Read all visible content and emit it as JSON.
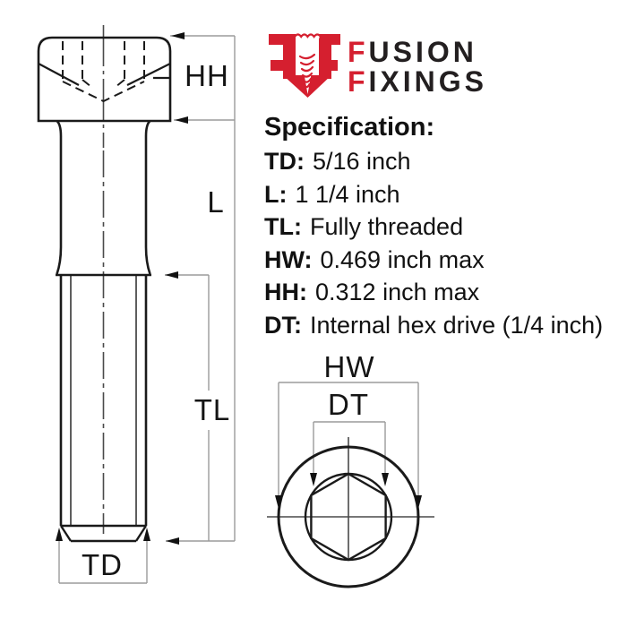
{
  "logo": {
    "brand_line1": "FUSION",
    "brand_line2": "FIXINGS",
    "mark_icon": "ff-screw-logo",
    "red": "#d51f2f",
    "dark": "#231f20"
  },
  "specification": {
    "heading": "Specification:",
    "items": [
      {
        "label": "TD:",
        "value": "5/16 inch"
      },
      {
        "label": "L:",
        "value": "1 1/4 inch"
      },
      {
        "label": "TL:",
        "value": "Fully threaded"
      },
      {
        "label": "HW:",
        "value": "0.469 inch max"
      },
      {
        "label": "HH:",
        "value": "0.312 inch max"
      },
      {
        "label": "DT:",
        "value": "Internal hex drive (1/4 inch)"
      }
    ]
  },
  "diagram": {
    "side_view": {
      "head_height_label": "HH",
      "length_label": "L",
      "thread_length_label": "TL",
      "thread_diameter_label": "TD"
    },
    "top_view": {
      "head_width_label": "HW",
      "drive_label": "DT"
    },
    "colors": {
      "outline": "#1a1a1a",
      "dimension_lines": "#9b9b9b",
      "centerlines": "#555555"
    }
  }
}
